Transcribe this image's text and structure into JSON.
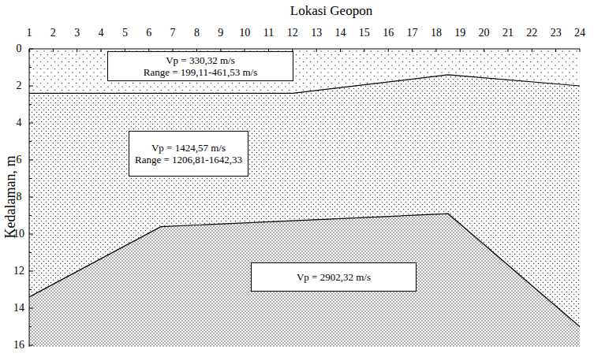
{
  "diagram": {
    "nodes": [
      {
        "text": [
          "Vp = 330,32 m/s",
          "Range = 199,11-461,53 m/s"
        ]
      },
      {
        "text": [
          "Vp = 1424,57 m/s",
          "Range = 1206,81-1642,33"
        ]
      },
      {
        "text": [
          "Vp = 2902,32 m/s"
        ]
      }
    ],
    "labels": [
      "Lokasi Geopon",
      "1",
      "2",
      "3",
      "4",
      "5",
      "6",
      "7",
      "8",
      "9",
      "10",
      "11",
      "12",
      "13",
      "14",
      "15",
      "16",
      "17",
      "18",
      "19",
      "20",
      "21",
      "22",
      "23",
      "24",
      "0",
      "2",
      "4",
      "6",
      "8",
      "10",
      "12",
      "14",
      "16",
      "Kedalaman, m"
    ]
  }
}
